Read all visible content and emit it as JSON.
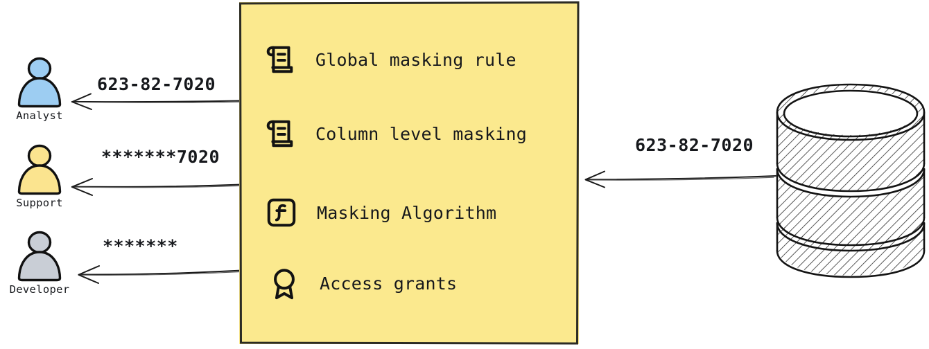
{
  "diagram": {
    "type": "data-masking-flow",
    "background_color": "#ffffff"
  },
  "actors": [
    {
      "id": "analyst",
      "label": "Analyst",
      "color": "#9dcdf2",
      "icon": "person-icon",
      "received_value": "623-82-7020"
    },
    {
      "id": "support",
      "label": "Support",
      "color": "#fbe48f",
      "icon": "person-icon",
      "received_value": "*******7020"
    },
    {
      "id": "developer",
      "label": "Developer",
      "color": "#c9ced6",
      "icon": "person-icon",
      "received_value": "*******"
    }
  ],
  "panel": {
    "name": "masking-policy-panel",
    "background_color": "#fbe98e",
    "border_color": "#2b2b24",
    "items": [
      {
        "icon": "scroll-icon",
        "label": "Global masking rule"
      },
      {
        "icon": "scroll-icon",
        "label": "Column level masking"
      },
      {
        "icon": "function-icon",
        "label": "Masking Algorithm"
      },
      {
        "icon": "award-icon",
        "label": "Access grants"
      }
    ]
  },
  "source": {
    "name": "database-cylinder",
    "icon": "database-icon",
    "outgoing_value": "623-82-7020"
  },
  "arrows": {
    "color": "#1a1a1a",
    "direction": "right-to-left"
  }
}
